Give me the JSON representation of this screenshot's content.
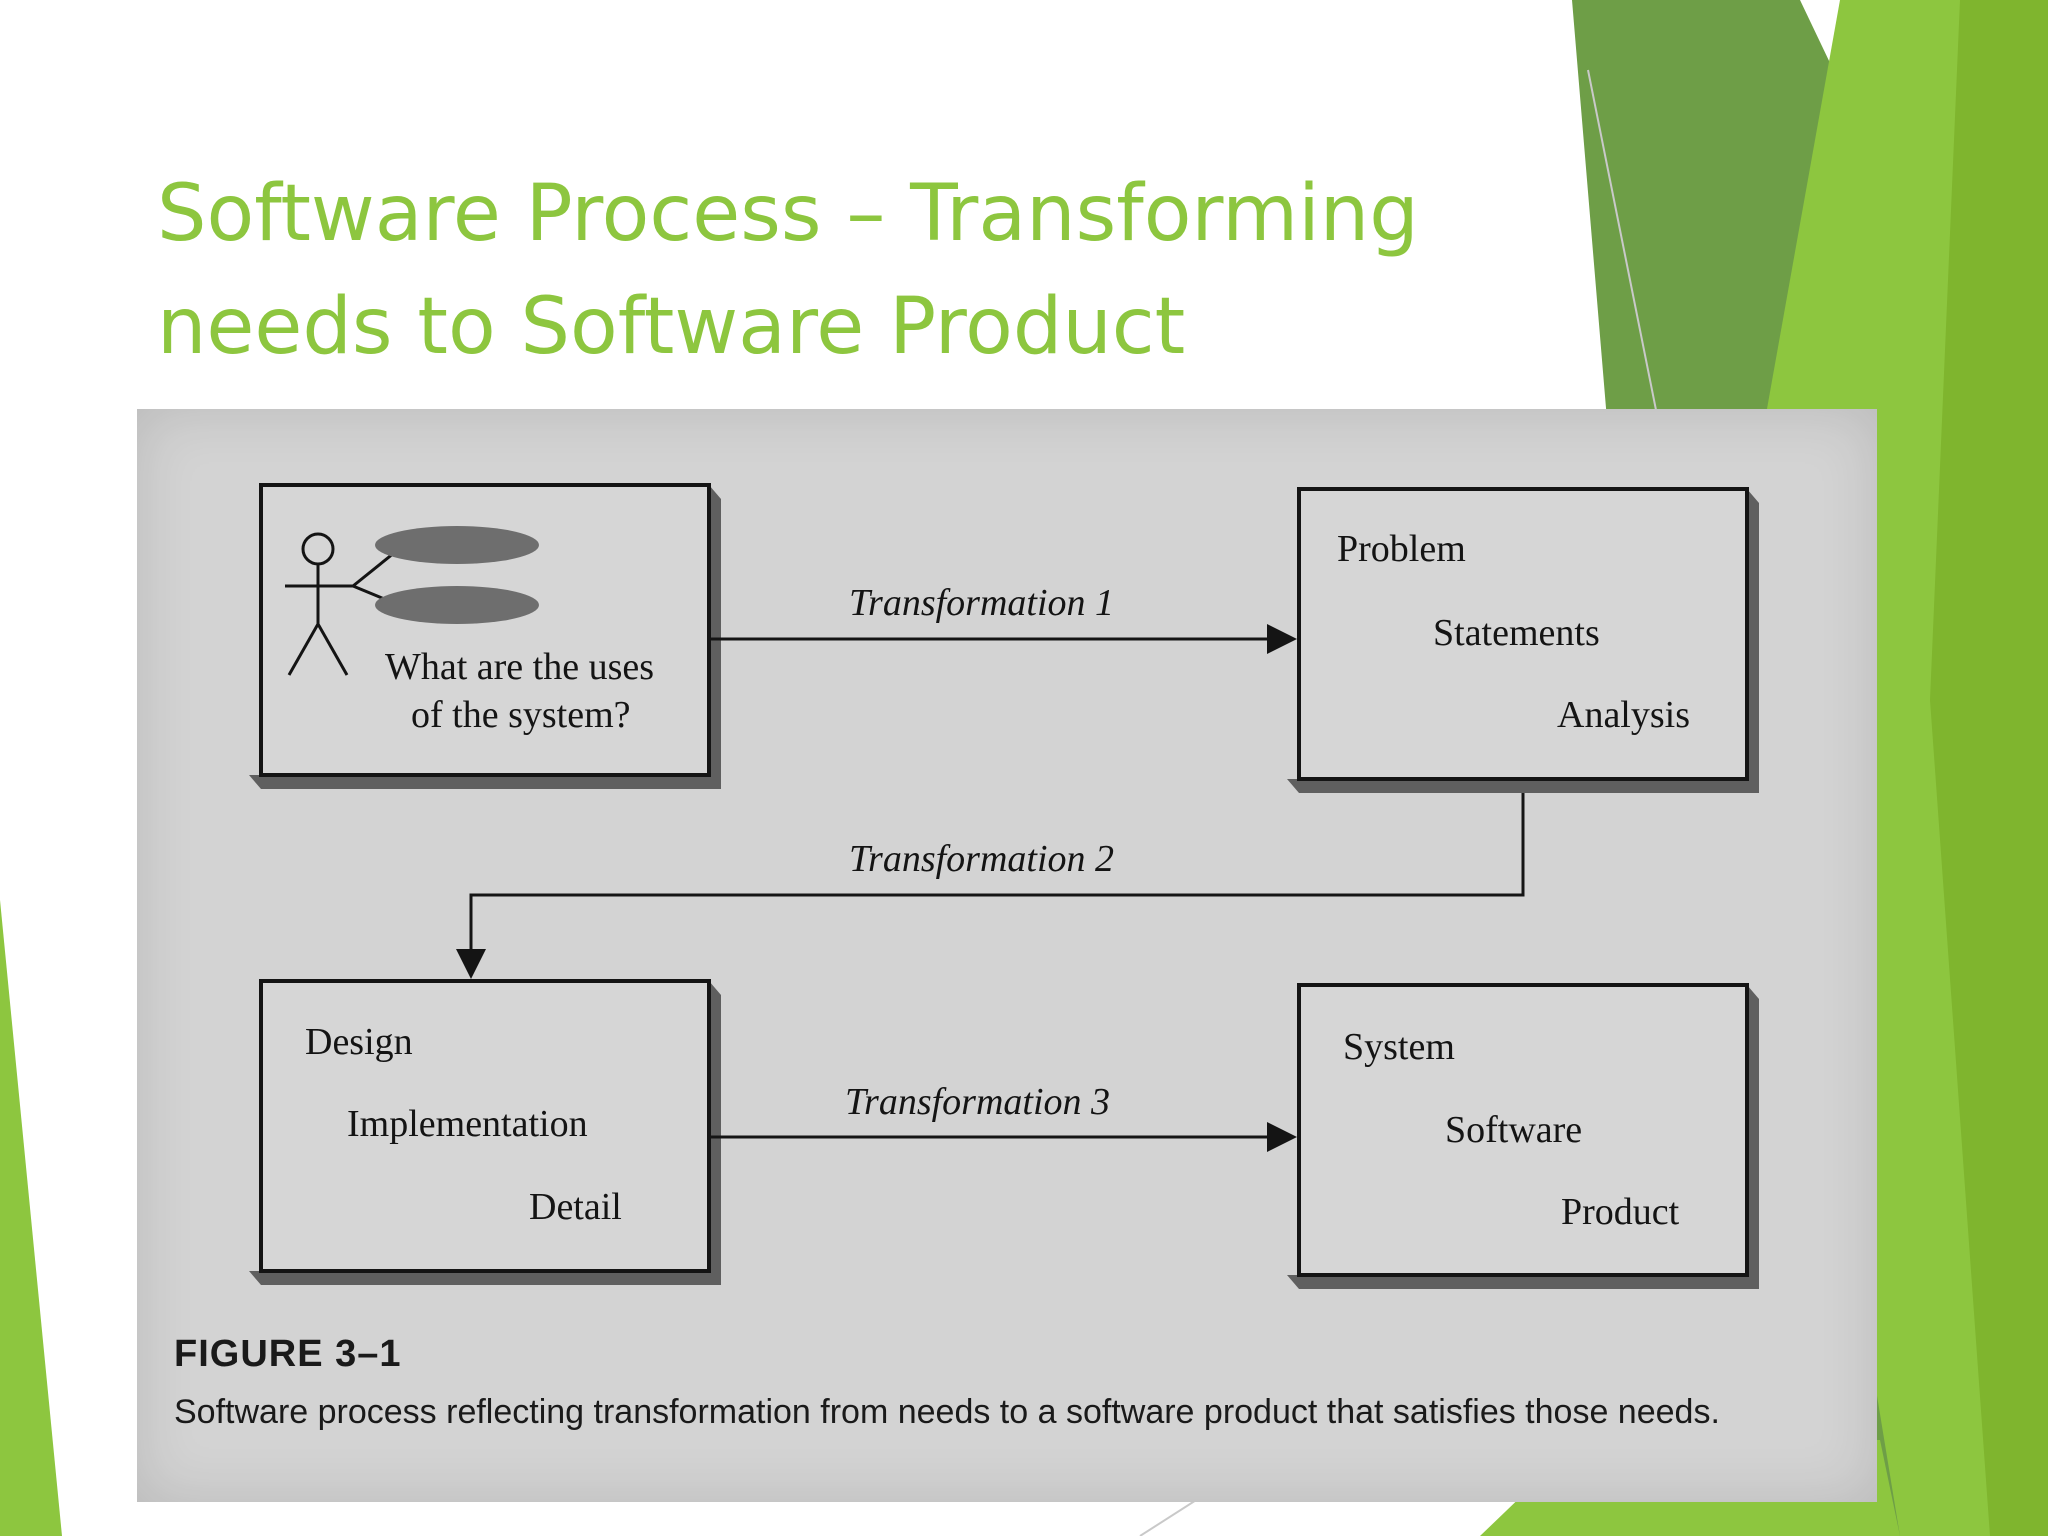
{
  "slide": {
    "title_line1": "Software Process – Transforming",
    "title_line2": "needs to Software Product"
  },
  "colors": {
    "title": "#8dc63f",
    "accent_dark": "#6e9e47",
    "accent_light": "#8dc63f",
    "accent_mid": "#7fb52e"
  },
  "diagram": {
    "use_box": {
      "line1": "What are the uses",
      "line2": "of the system?"
    },
    "requirements_box": {
      "line1": "Problem",
      "line2": "Statements",
      "line3": "Analysis"
    },
    "design_box": {
      "line1": "Design",
      "line2": "Implementation",
      "line3": "Detail"
    },
    "product_box": {
      "line1": "System",
      "line2": "Software",
      "line3": "Product"
    },
    "transformation_1": "Transformation 1",
    "transformation_2": "Transformation 2",
    "transformation_3": "Transformation 3"
  },
  "figure": {
    "label": "FIGURE 3–1",
    "caption": "Software process reflecting transformation from needs to a software product that satisfies those needs."
  }
}
